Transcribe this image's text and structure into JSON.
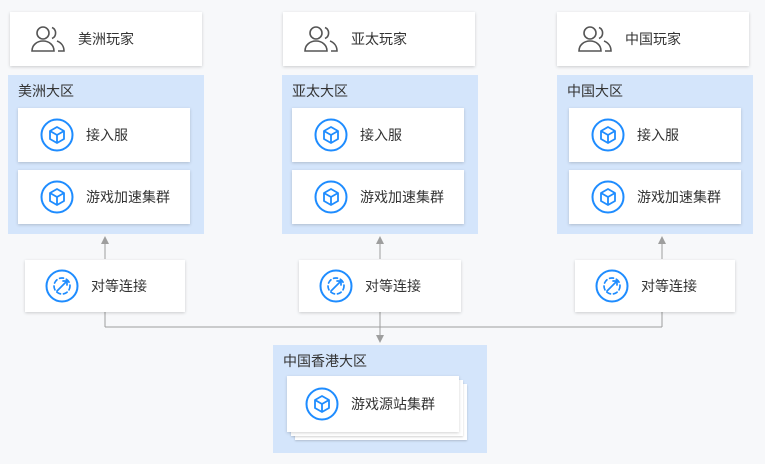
{
  "players": [
    {
      "label": "美洲玩家",
      "icon": "users-icon"
    },
    {
      "label": "亚太玩家",
      "icon": "users-icon"
    },
    {
      "label": "中国玩家",
      "icon": "users-icon"
    }
  ],
  "regions": [
    {
      "title": "美洲大区",
      "access": "接入服",
      "cluster": "游戏加速集群"
    },
    {
      "title": "亚太大区",
      "access": "接入服",
      "cluster": "游戏加速集群"
    },
    {
      "title": "中国大区",
      "access": "接入服",
      "cluster": "游戏加速集群"
    }
  ],
  "p2p": [
    {
      "label": "对等连接",
      "icon": "peering-icon"
    },
    {
      "label": "对等连接",
      "icon": "peering-icon"
    },
    {
      "label": "对等连接",
      "icon": "peering-icon"
    }
  ],
  "hk_region": {
    "title": "中国香港大区",
    "cluster": "游戏源站集群"
  },
  "colors": {
    "accent": "#1e8cff",
    "region_bg": "#d4e5fb",
    "line": "#9e9e9e"
  }
}
